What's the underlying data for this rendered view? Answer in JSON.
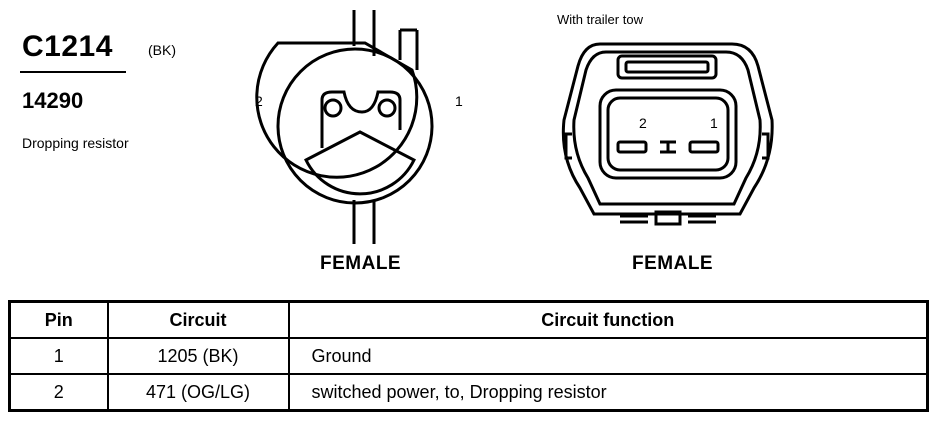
{
  "connector": {
    "id": "C1214",
    "color_code": "(BK)",
    "part_number": "14290",
    "description": "Dropping resistor"
  },
  "left_view": {
    "pin_left": "2",
    "pin_right": "1",
    "face_label": "FEMALE"
  },
  "right_view": {
    "variant_label": "With trailer tow",
    "pin_left": "2",
    "pin_right": "1",
    "face_label": "FEMALE"
  },
  "table": {
    "headers": [
      "Pin",
      "Circuit",
      "Circuit function"
    ],
    "rows": [
      {
        "pin": "1",
        "circuit": "1205 (BK)",
        "function": "Ground"
      },
      {
        "pin": "2",
        "circuit": "471 (OG/LG)",
        "function": "switched power, to, Dropping resistor"
      }
    ]
  }
}
